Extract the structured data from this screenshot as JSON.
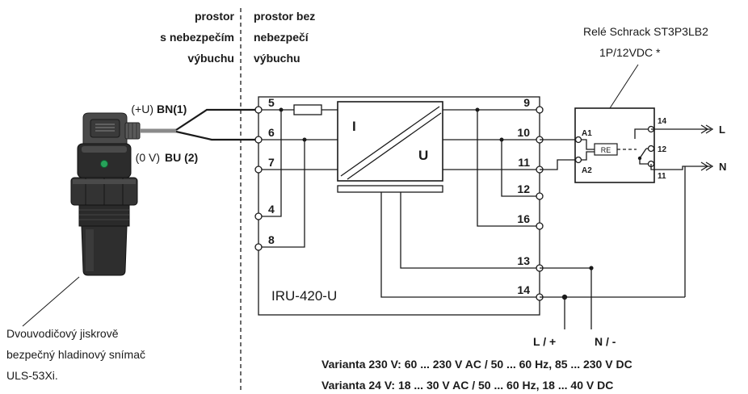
{
  "zones": {
    "hazard_line1": "prostor",
    "hazard_line2": "s nebezpečím",
    "hazard_line3": "výbuchu",
    "safe_line1": "prostor bez",
    "safe_line2": "nebezpečí",
    "safe_line3": "výbuchu"
  },
  "sensor": {
    "wire_bn_prefix": "(+U)",
    "wire_bn": "BN(1)",
    "wire_bu_prefix": "(0 V)",
    "wire_bu": "BU (2)",
    "desc_line1": "Dvouvodičový jiskrově",
    "desc_line2": "bezpečný hladinový snímač",
    "desc_line3": "ULS-53Xi."
  },
  "converter": {
    "name": "IRU-420-U",
    "input_symbol": "I",
    "output_symbol": "U",
    "left_terminals": [
      "5",
      "6",
      "7",
      "4",
      "8"
    ],
    "right_terminals": [
      "9",
      "10",
      "11",
      "12",
      "16",
      "13",
      "14"
    ]
  },
  "relay": {
    "title_line1": "Relé Schrack ST3P3LB2",
    "title_line2": "1P/12VDC *",
    "coil_label": "RE",
    "coil_pins": [
      "A1",
      "A2"
    ],
    "contact_pins": [
      "14",
      "12",
      "11"
    ],
    "outputs": [
      "L",
      "N"
    ]
  },
  "supply": {
    "line_label": "L / +",
    "neutral_label": "N / -",
    "variant_230": "Varianta 230 V: 60 ... 230 V AC / 50 ... 60 Hz, 85 ... 230 V DC",
    "variant_24": "Varianta 24 V: 18 ... 30 V AC / 50 ... 60 Hz, 18 ... 40 V DC"
  }
}
